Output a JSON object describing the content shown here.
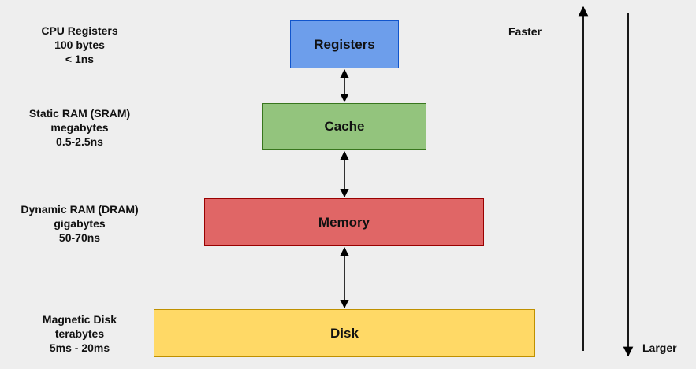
{
  "levels": [
    {
      "box_label": "Registers",
      "side_lines": [
        "CPU Registers",
        "100 bytes",
        "< 1ns"
      ],
      "fill": "#6d9eeb",
      "border": "#1155cc"
    },
    {
      "box_label": "Cache",
      "side_lines": [
        "Static RAM (SRAM)",
        "megabytes",
        "0.5-2.5ns"
      ],
      "fill": "#93c47d",
      "border": "#38761d"
    },
    {
      "box_label": "Memory",
      "side_lines": [
        "Dynamic RAM (DRAM)",
        "gigabytes",
        "50-70ns"
      ],
      "fill": "#e06666",
      "border": "#990000"
    },
    {
      "box_label": "Disk",
      "side_lines": [
        "Magnetic Disk",
        "terabytes",
        "5ms - 20ms"
      ],
      "fill": "#ffd966",
      "border": "#bf9000"
    }
  ],
  "axes": {
    "up_label": "Faster",
    "down_label": "Larger"
  },
  "colors": {
    "background": "#eeeeee",
    "arrow": "#000000"
  }
}
